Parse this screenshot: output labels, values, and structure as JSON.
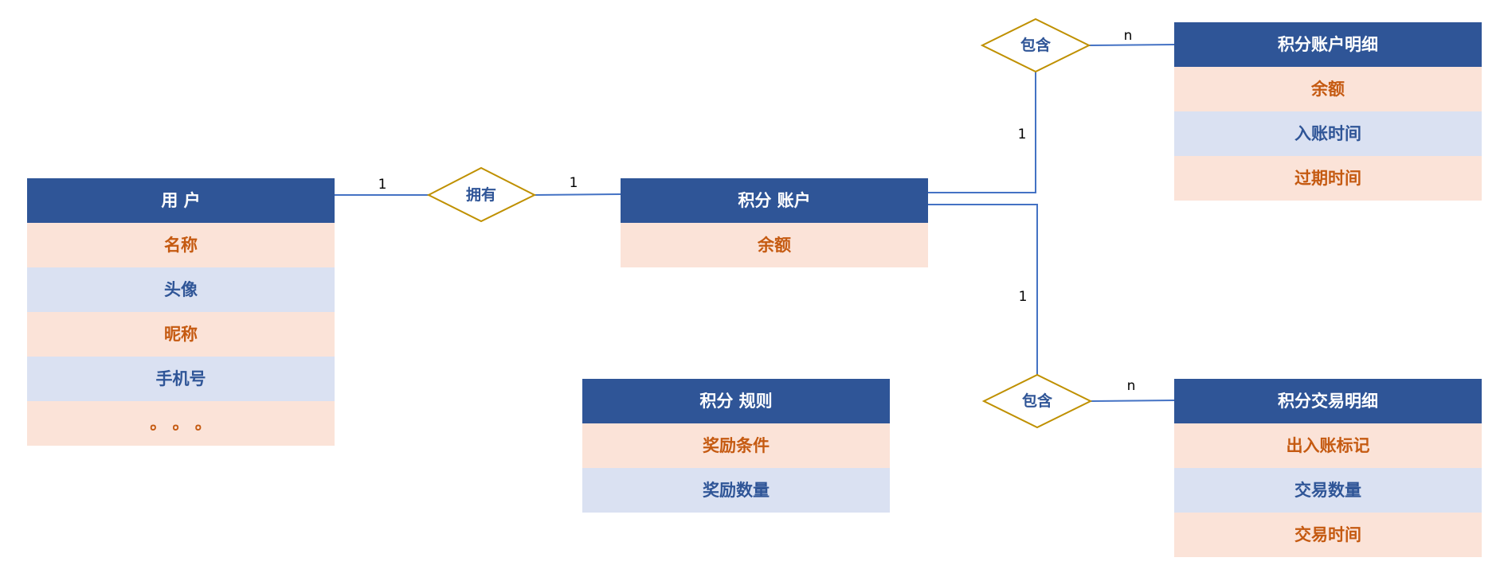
{
  "entities": {
    "user": {
      "title": "用 户",
      "fields": [
        "名称",
        "头像",
        "昵称",
        "手机号",
        "。 。 。"
      ]
    },
    "points_account": {
      "title": "积分 账户",
      "fields": [
        "余额"
      ]
    },
    "points_rule": {
      "title": "积分 规则",
      "fields": [
        "奖励条件",
        "奖励数量"
      ]
    },
    "account_detail": {
      "title": "积分账户明细",
      "fields": [
        "余额",
        "入账时间",
        "过期时间"
      ]
    },
    "transaction_detail": {
      "title": "积分交易明细",
      "fields": [
        "出入账标记",
        "交易数量",
        "交易时间"
      ]
    }
  },
  "relationships": {
    "owns": {
      "label": "拥有",
      "left_cardinality": "1",
      "right_cardinality": "1"
    },
    "contains_account_detail": {
      "label": "包含",
      "account_cardinality": "1",
      "detail_cardinality": "n"
    },
    "contains_transaction_detail": {
      "label": "包含",
      "account_cardinality": "1",
      "detail_cardinality": "n"
    }
  },
  "colors": {
    "header": "#2f5597",
    "row_peach": "#fbe3d8",
    "row_blue": "#dae1f2",
    "peach_text": "#c55a11",
    "blue_text": "#2f5597",
    "connector": "#4472c4",
    "diamond_stroke": "#bf9000"
  }
}
